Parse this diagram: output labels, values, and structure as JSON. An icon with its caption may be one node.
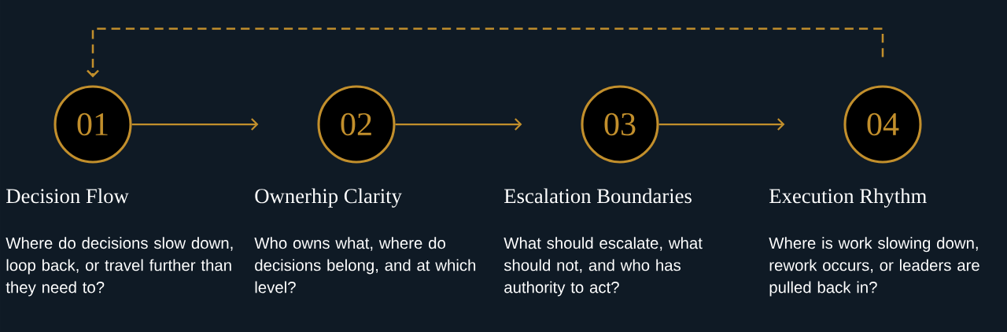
{
  "diagram": {
    "nodes": [
      {
        "text": [
          "01"
        ],
        "beside": [
          "Decision Flow",
          "Where do decisions slow down, loop back, or travel further than they need to?"
        ]
      },
      {
        "text": [
          "02"
        ],
        "beside": [
          "Ownerhip Clarity",
          "Who owns what, where do decisions belong, and at which level?"
        ]
      },
      {
        "text": [
          "03"
        ],
        "beside": [
          "Escalation Boundaries",
          "What should escalate, what should not, and who has authority to act?"
        ]
      },
      {
        "text": [
          "04"
        ],
        "beside": [
          "Execution Rhythm",
          "Where is work slowing down, rework occurs, or leaders are pulled back in?"
        ]
      }
    ],
    "edges": [
      {
        "from": 0,
        "to": 1,
        "arrow": "to"
      },
      {
        "from": 1,
        "to": 2,
        "arrow": "to"
      },
      {
        "from": 2,
        "to": 3,
        "arrow": "to"
      },
      {
        "from": 3,
        "to": 0,
        "arrow": "to",
        "style": "dashed"
      }
    ]
  }
}
